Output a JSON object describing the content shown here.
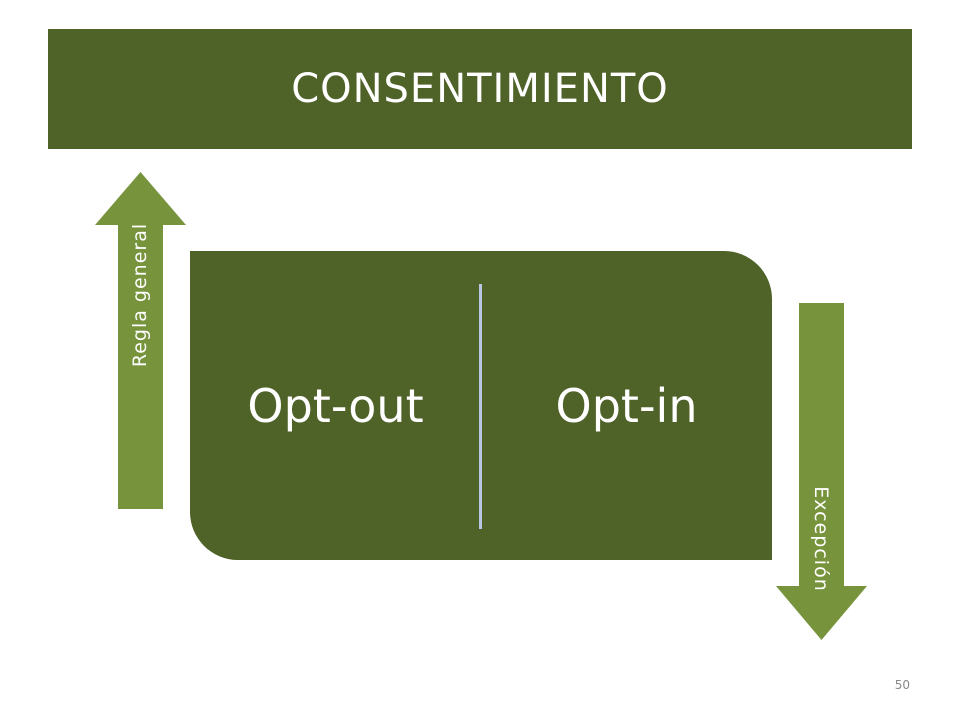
{
  "title": "CONSENTIMIENTO",
  "box": {
    "left_label": "Opt-out",
    "right_label": "Opt-in"
  },
  "arrows": {
    "up_label": "Regla general",
    "down_label": "Excepción"
  },
  "page_number": "50",
  "colors": {
    "dark_green": "#4f6228",
    "light_green": "#77933c",
    "divider": "#b9c7e4",
    "text": "#ffffff"
  }
}
